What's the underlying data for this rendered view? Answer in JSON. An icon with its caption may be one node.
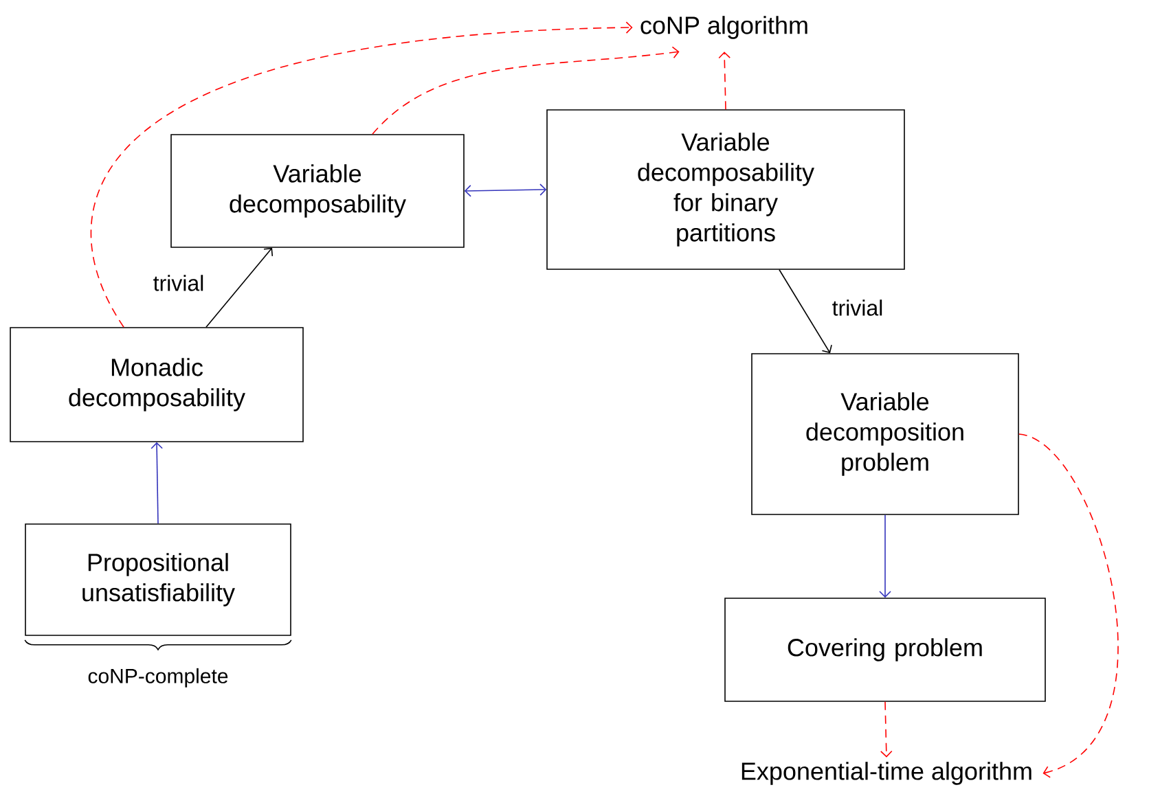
{
  "diagram": {
    "nodes": [
      {
        "text": [
          "coNP algorithm"
        ]
      },
      {
        "text": [
          "Variable decomposability"
        ]
      },
      {
        "text": [
          "Variable decomposability for binary partitions"
        ]
      },
      {
        "text": [
          "Monadic decomposability"
        ]
      },
      {
        "text": [
          "Variable decomposition problem"
        ]
      },
      {
        "text": [
          "Propositional unsatisfiability"
        ],
        "beside": [
          "coNP-complete"
        ]
      },
      {
        "text": [
          "Covering problem"
        ]
      },
      {
        "text": [
          "Exponential-time algorithm"
        ]
      }
    ],
    "edges": [
      {
        "from": 3,
        "to": 1,
        "arrow": "to",
        "label": "trivial",
        "color": "#000000"
      },
      {
        "from": 1,
        "to": 2,
        "arrow": "both",
        "color": "#3333bb"
      },
      {
        "from": 2,
        "to": 4,
        "arrow": "to",
        "label": "trivial",
        "color": "#000000"
      },
      {
        "from": 5,
        "to": 3,
        "arrow": "to",
        "color": "#3333bb"
      },
      {
        "from": 4,
        "to": 6,
        "arrow": "to",
        "color": "#3333bb"
      },
      {
        "from": 3,
        "to": 0,
        "arrow": "to",
        "style": "dashed",
        "color": "#ff0000"
      },
      {
        "from": 1,
        "to": 0,
        "arrow": "to",
        "style": "dashed",
        "color": "#ff0000"
      },
      {
        "from": 2,
        "to": 0,
        "arrow": "to",
        "style": "dashed",
        "color": "#ff0000"
      },
      {
        "from": 6,
        "to": 7,
        "arrow": "to",
        "style": "dashed",
        "color": "#ff0000"
      },
      {
        "from": 4,
        "to": 7,
        "arrow": "to",
        "style": "dashed",
        "color": "#ff0000"
      }
    ]
  }
}
